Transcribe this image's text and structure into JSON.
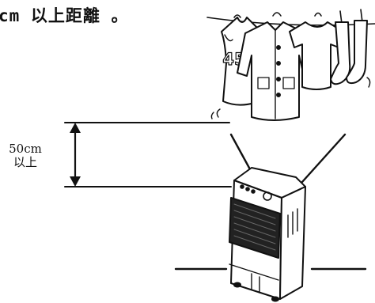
{
  "heading": {
    "text": "cm 以上距離 。"
  },
  "distance_label": {
    "line1": "50cm",
    "line2": "以上"
  },
  "shirt": {
    "number": "45"
  }
}
